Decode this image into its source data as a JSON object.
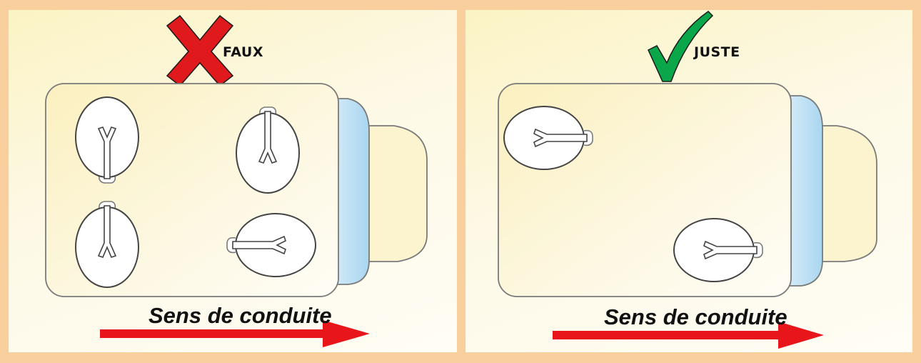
{
  "panels": [
    {
      "id": "wrong",
      "label": "FAUX",
      "caption": "Sens de conduite",
      "mark": "x-mark-icon",
      "mark_color": "#e0191c"
    },
    {
      "id": "right",
      "label": "JUSTE",
      "caption": "Sens de conduite",
      "mark": "checkmark-icon",
      "mark_color": "#0aa64a"
    }
  ],
  "colors": {
    "background_border": "#f9cf9d",
    "arrow": "#e8161b",
    "trailer_fill": "#fbf4cf",
    "trailer_front": "#bfe0f2"
  }
}
